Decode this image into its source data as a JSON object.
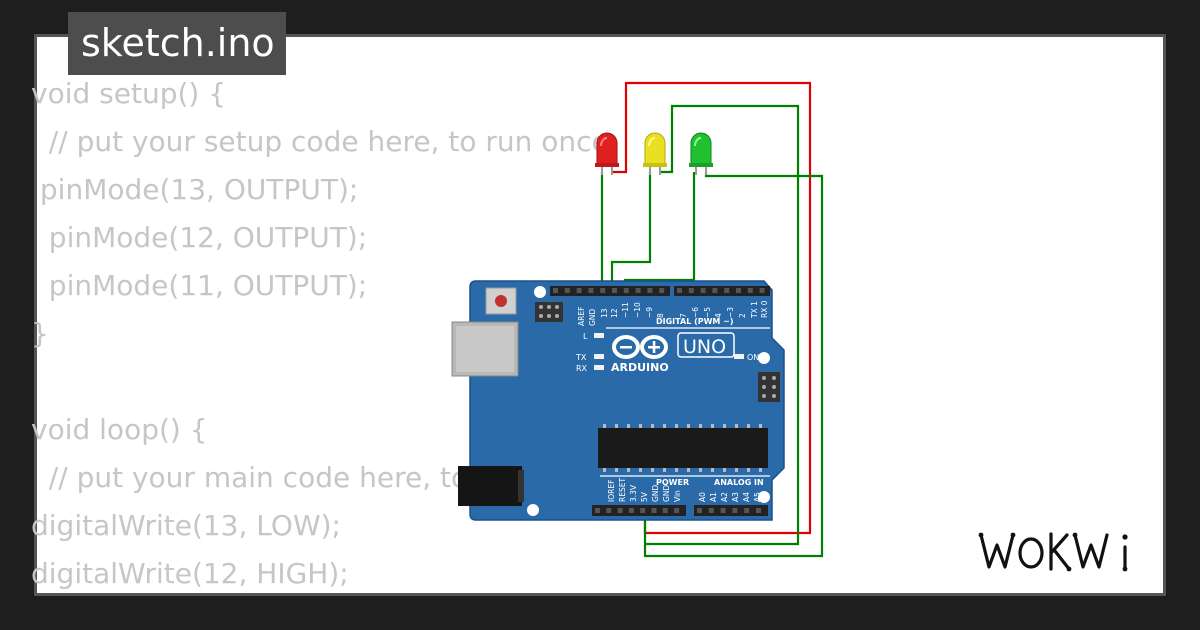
{
  "title": "sketch.ino",
  "code_lines": [
    "void setup() {",
    "  // put your setup code here, to run once:",
    " pinMode(13, OUTPUT);",
    "  pinMode(12, OUTPUT);",
    "  pinMode(11, OUTPUT);",
    "}",
    "",
    "void loop() {",
    "  // put your main code here, to run repeatedly:",
    "digitalWrite(13, LOW);",
    "digitalWrite(12, HIGH);"
  ],
  "board": {
    "model": "UNO",
    "brand": "ARDUINO",
    "digital_header": "DIGITAL (PWM ~)",
    "power_header": "POWER",
    "analog_header": "ANALOG IN",
    "on_label": "ON",
    "l_label": "L",
    "tx_label": "TX",
    "rx_label": "RX",
    "aref": "AREF",
    "gnd": "GND",
    "digital_pins": [
      "13",
      "12",
      "~11",
      "~10",
      "~9",
      "8",
      "7",
      "~6",
      "~5",
      "4",
      "~3",
      "2",
      "TX 1",
      "RX 0"
    ],
    "power_pins": [
      "IOREF",
      "RESET",
      "3.3V",
      "5V",
      "GND",
      "GND",
      "Vin"
    ],
    "analog_pins": [
      "A0",
      "A1",
      "A2",
      "A3",
      "A4",
      "A5"
    ]
  },
  "leds": [
    {
      "color": "red",
      "hex": "#e02020"
    },
    {
      "color": "yellow",
      "hex": "#e8e020"
    },
    {
      "color": "green",
      "hex": "#20c030"
    }
  ],
  "wire_colors": {
    "red": "#e00000",
    "green": "#008000"
  },
  "board_color": "#2b6aa8",
  "logo": "WOKWi"
}
